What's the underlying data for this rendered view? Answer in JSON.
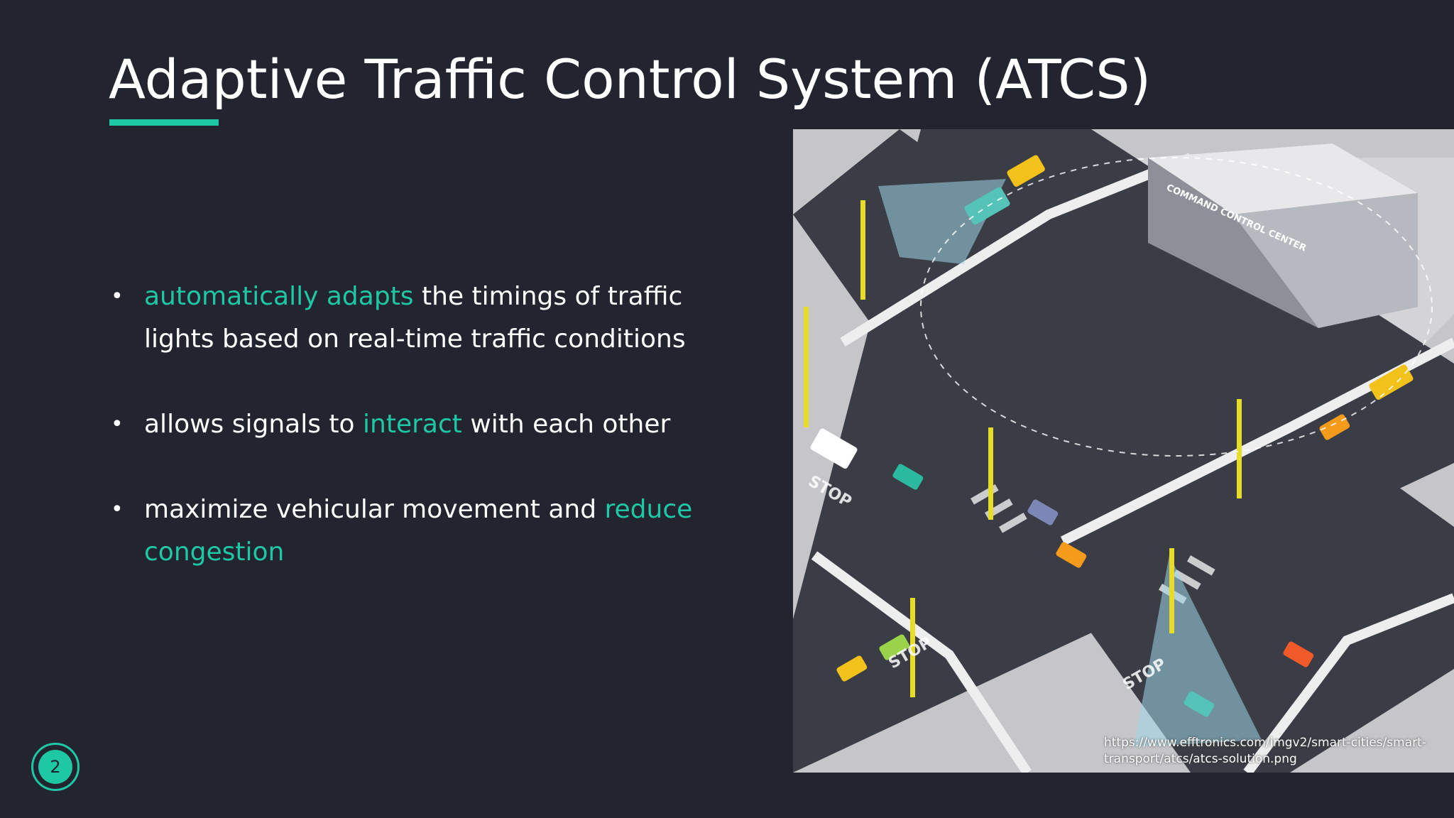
{
  "slide": {
    "title": "Adaptive Traffic Control System (ATCS)",
    "bullets": [
      {
        "segments": [
          {
            "text": "automatically adapts",
            "highlight": true
          },
          {
            "text": " the timings of traffic lights based on real-time traffic conditions",
            "highlight": false
          }
        ]
      },
      {
        "segments": [
          {
            "text": "allows signals to ",
            "highlight": false
          },
          {
            "text": "interact",
            "highlight": true
          },
          {
            "text": " with each other",
            "highlight": false
          }
        ]
      },
      {
        "segments": [
          {
            "text": "maximize vehicular movement and ",
            "highlight": false
          },
          {
            "text": "reduce congestion",
            "highlight": true
          }
        ]
      }
    ],
    "image": {
      "building_sign": "COMMAND CONTROL CENTER",
      "road_text": [
        "STOP",
        "STOP",
        "STOP"
      ],
      "caption": "https://www.efftronics.com/imgv2/smart-cities/smart-transport/atcs/atcs-solution.png"
    },
    "page_number": "2"
  },
  "colors": {
    "background": "#22252f",
    "accent": "#1ec8a5",
    "text": "#ffffff"
  },
  "icons": {
    "bullet": "•"
  }
}
